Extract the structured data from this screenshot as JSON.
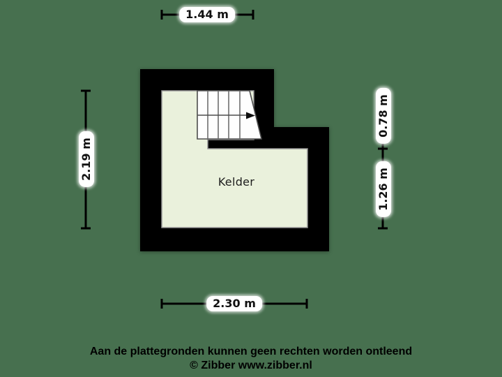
{
  "plan": {
    "room": {
      "label": "Kelder"
    },
    "stair": {
      "direction": "right"
    }
  },
  "dimensions": {
    "top": "1.44 m",
    "left": "2.19 m",
    "right_top": "0.78 m",
    "right_bottom": "1.26 m",
    "bottom": "2.30 m"
  },
  "footer": {
    "disclaimer": "Aan de plattegronden kunnen geen rechten worden ontleend",
    "copyright": "© Zibber www.zibber.nl"
  },
  "colors": {
    "background": "#47704F",
    "floor": "#EAF1DC",
    "wall": "#000000",
    "stair_fill": "#FEFEFE",
    "stair_line": "#4D4D4D",
    "text": "#111111",
    "label_bg": "#FFFFFF"
  }
}
